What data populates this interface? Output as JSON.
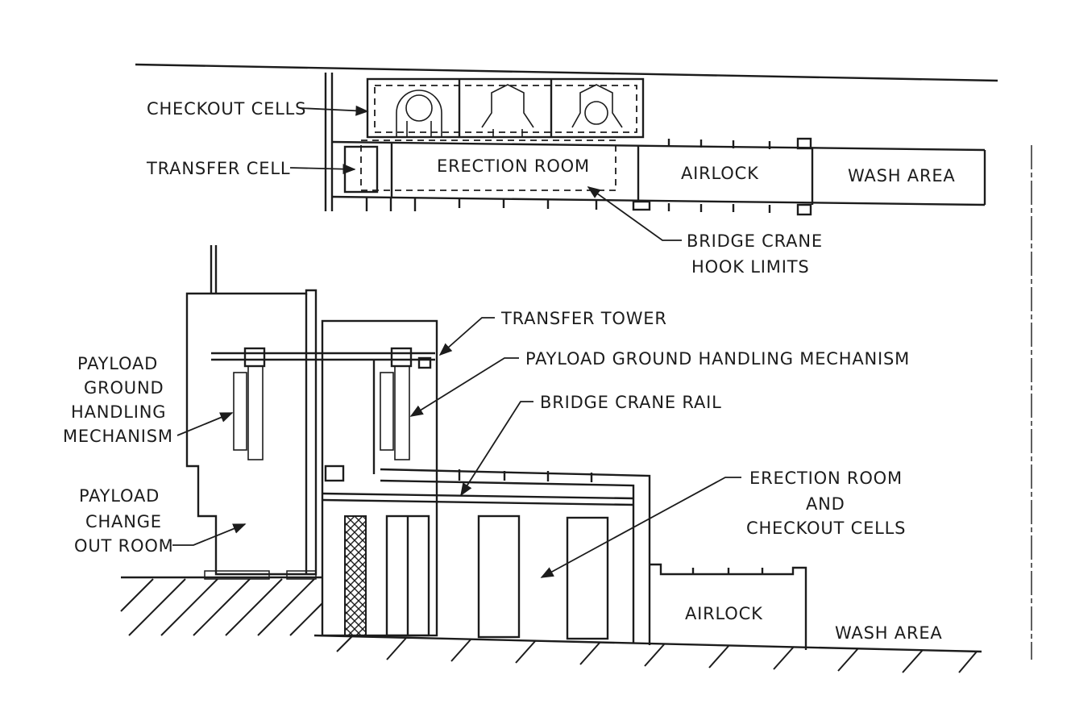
{
  "plan": {
    "checkout_cells": "CHECKOUT CELLS",
    "transfer_cell": "TRANSFER CELL",
    "erection_room": "ERECTION ROOM",
    "airlock": "AIRLOCK",
    "wash_area": "WASH AREA",
    "bridge_crane_hook_limits": [
      "BRIDGE CRANE",
      "HOOK LIMITS"
    ]
  },
  "elevation": {
    "transfer_tower": "TRANSFER TOWER",
    "payload_ground_handling_mechanism": "PAYLOAD GROUND HANDLING MECHANISM",
    "bridge_crane_rail": "BRIDGE CRANE RAIL",
    "payload_ground_handling_mechanism_left": [
      "PAYLOAD",
      "GROUND",
      "HANDLING",
      "MECHANISM"
    ],
    "payload_change_out_room": [
      "PAYLOAD",
      "CHANGE",
      "OUT ROOM"
    ],
    "erection_room_and_checkout_cells": [
      "ERECTION ROOM",
      "AND",
      "CHECKOUT CELLS"
    ],
    "airlock": "AIRLOCK",
    "wash_area": "WASH AREA"
  }
}
